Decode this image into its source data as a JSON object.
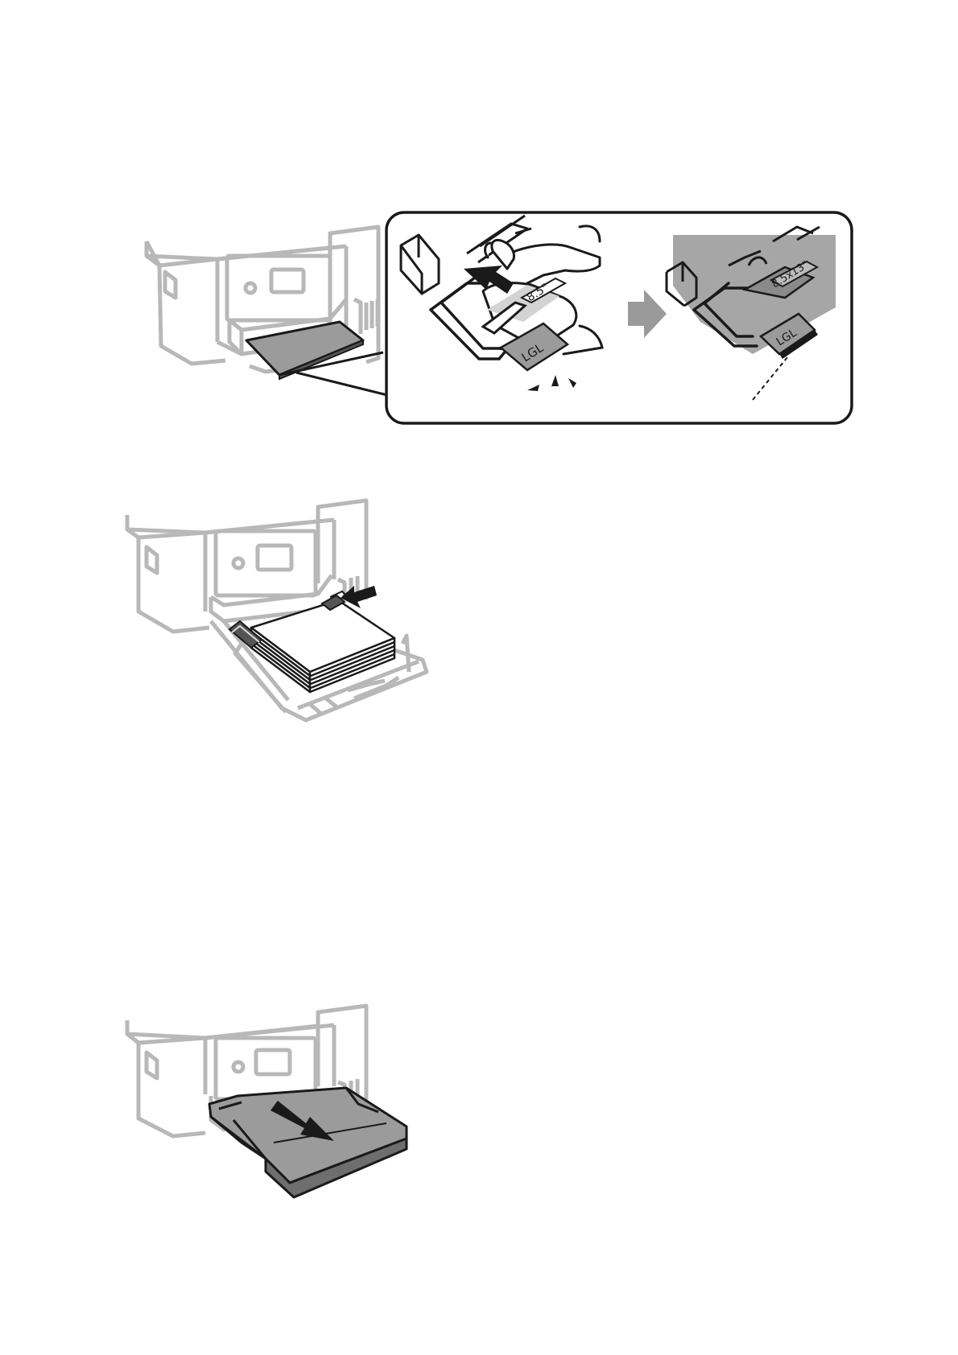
{
  "labels": {
    "guide_size_zoom1": "8.5\"",
    "paper_size_zoom1": "LGL",
    "guide_size_zoom2": "8.5x13\"",
    "paper_size_zoom2": "LGL"
  },
  "colors": {
    "line": "#1a1a1a",
    "printer_outline": "#b8b8b8",
    "paper_gray": "#9b9b9b",
    "overlay_gray": "#a6a6a6",
    "arrow_gray": "#9a9a9a"
  }
}
